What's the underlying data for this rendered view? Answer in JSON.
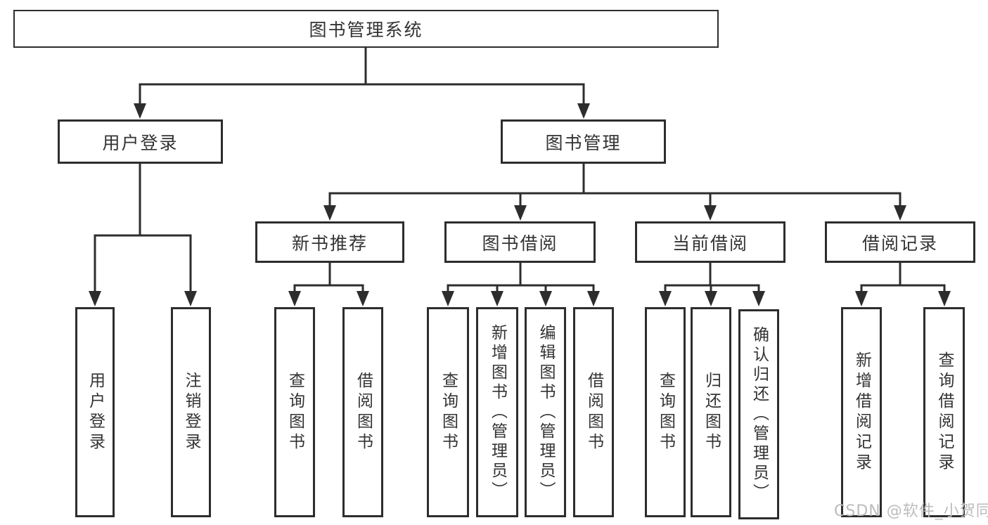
{
  "diagram": {
    "root": "图书管理系统",
    "level2": {
      "user_login": "用户登录",
      "book_mgmt": "图书管理"
    },
    "level3": {
      "new_books": "新书推荐",
      "book_borrow": "图书借阅",
      "current_borrow": "当前借阅",
      "borrow_records": "借阅记录"
    },
    "leaves": {
      "user_login": [
        "用户登录",
        "注销登录"
      ],
      "new_books": [
        "查询图书",
        "借阅图书"
      ],
      "book_borrow": [
        "查询图书",
        "新增图书（管理员）",
        "编辑图书（管理员）",
        "借阅图书"
      ],
      "current_borrow": [
        "查询图书",
        "归还图书",
        "确认归还（管理员）"
      ],
      "borrow_records": [
        "新增借阅记录",
        "查询借阅记录"
      ]
    }
  },
  "watermark": "CSDN @软件_小贺同学",
  "colors": {
    "line": "#2d2d2d",
    "box_border": "#2d2d2d",
    "box_fill": "#ffffff",
    "text": "#333333",
    "watermark": "#bcbcbc"
  }
}
